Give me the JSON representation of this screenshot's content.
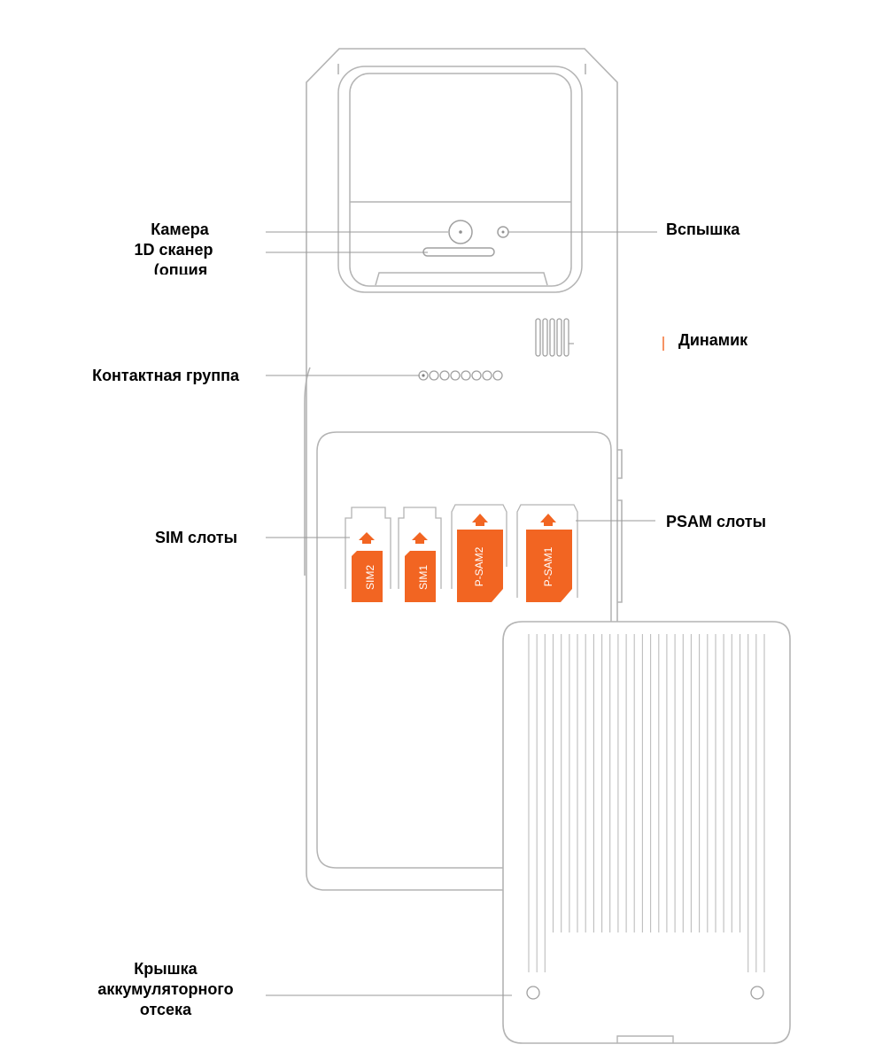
{
  "labels": {
    "camera": "Камера",
    "scanner_line1": "1D сканер",
    "scanner_line2": "(опция",
    "flash": "Вспышка",
    "speaker": "Динамик",
    "contacts": "Контактная группа",
    "sim": "SIM слоты",
    "psam": "PSAM слоты",
    "cover_line1": "Крышка",
    "cover_line2": "аккумуляторного",
    "cover_line3": "отсека"
  },
  "slots": [
    "SIM2",
    "SIM1",
    "P-SAM2",
    "P-SAM1"
  ],
  "colors": {
    "outline": "#b4b4b4",
    "accent": "#f26522",
    "leader": "#9a9a9a"
  }
}
